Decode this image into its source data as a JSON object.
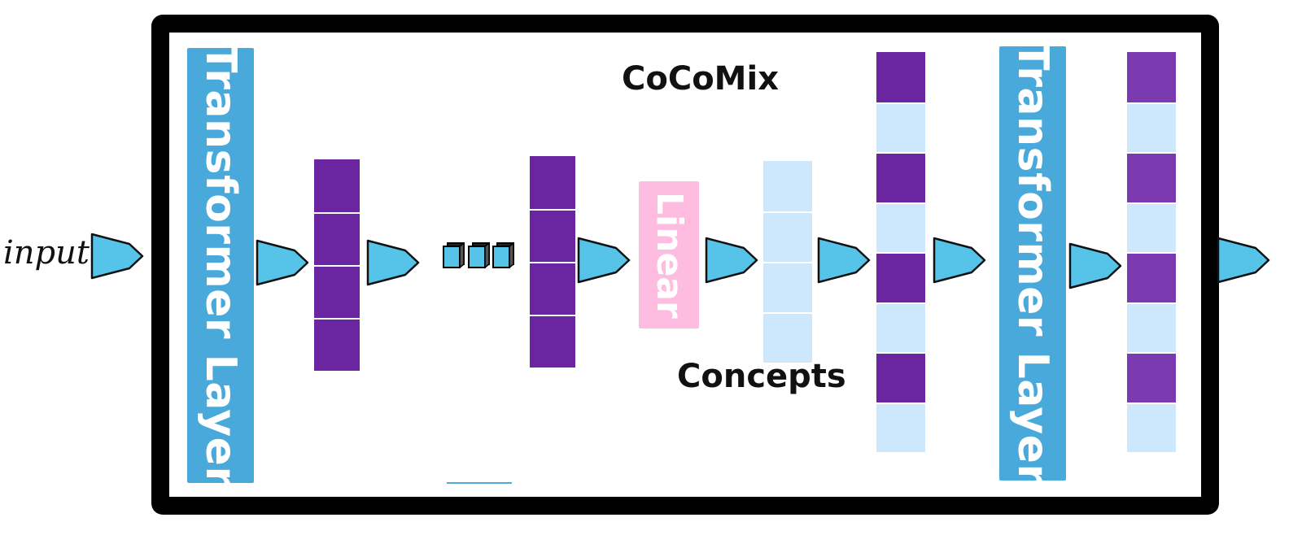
{
  "diagram": {
    "input_label": "input",
    "model_title": "CoCoMix",
    "concepts_label": "Concepts",
    "transformer_layer_1_label": "Transformer Layer",
    "transformer_layer_2_label": "Transformer Layer",
    "linear_label": "Linear",
    "colors": {
      "frame": "#000000",
      "transformer": "#49a9da",
      "linear": "#ffbce1",
      "hidden_state": "#6b25a0",
      "concept": "#cde8fc",
      "arrow_fill": "#56c3e9",
      "arrow_stroke": "#111111"
    },
    "icons": {
      "arrow": "right-arrow-icon",
      "ellipsis": "ellipsis-cubes-icon"
    }
  }
}
